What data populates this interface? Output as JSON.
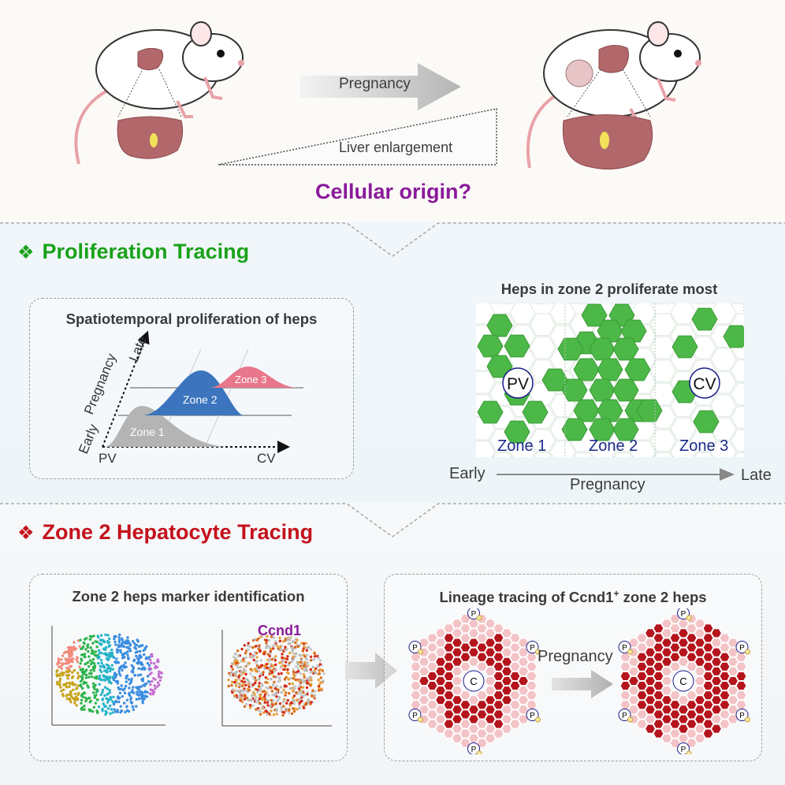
{
  "overview": {
    "pregnancy_arrow_label": "Pregnancy",
    "liver_label": "Liver enlargement",
    "question": "Cellular origin?"
  },
  "section1": {
    "title": "Proliferation Tracing",
    "left_panel": {
      "title": "Spatiotemporal proliferation of heps",
      "y_axis": "Pregnancy",
      "y_late": "Late",
      "y_early": "Early",
      "x_pv": "PV",
      "x_cv": "CV",
      "zone_labels": [
        "Zone 1",
        "Zone 2",
        "Zone 3"
      ]
    },
    "right_panel": {
      "title": "Heps in zone 2 proliferate most",
      "pv": "PV",
      "cv": "CV",
      "zone_labels": [
        "Zone 1",
        "Zone 2",
        "Zone 3"
      ],
      "timeline_early": "Early",
      "timeline_mid": "Pregnancy",
      "timeline_late": "Late"
    }
  },
  "section2": {
    "title": "Zone 2 Hepatocyte Tracing",
    "left_panel": {
      "title": "Zone 2 heps marker identification",
      "marker": "Ccnd1"
    },
    "right_panel": {
      "title": "Lineage tracing of Ccnd1",
      "title_superscript": "+",
      "title_suffix": " zone 2 heps",
      "arrow_label": "Pregnancy",
      "portal_label": "P",
      "central_label": "C"
    }
  },
  "colors": {
    "green": "#1aa21a",
    "red": "#c4111b",
    "purple": "#8a1a9a",
    "hex_green": "#4cb847",
    "zone1_gray": "#b4b4b4",
    "zone2_blue": "#3c75bd",
    "zone3_pink": "#e8778c",
    "dark_red": "#b5141c",
    "light_pink": "#f3c3c6",
    "liver": "#b2676a"
  }
}
